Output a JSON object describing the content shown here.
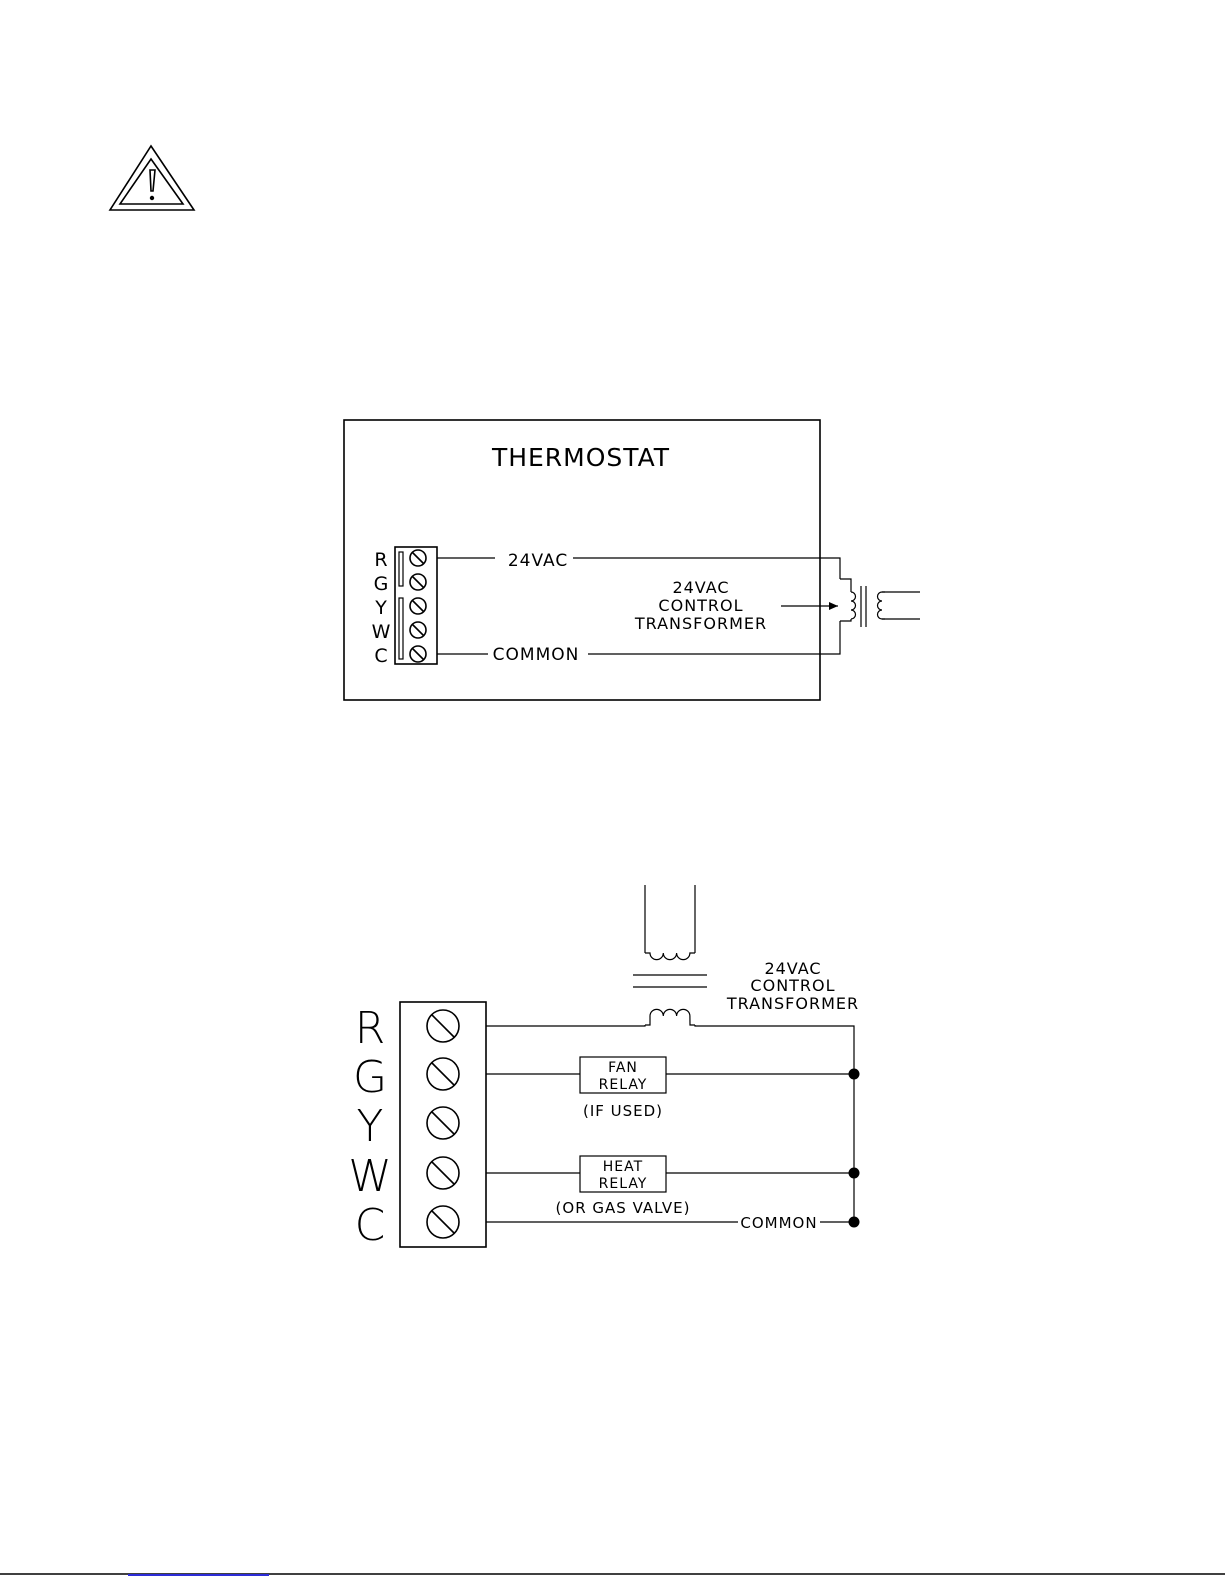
{
  "diagram1": {
    "title": "THERMOSTAT",
    "terminals": [
      "R",
      "G",
      "Y",
      "W",
      "C"
    ],
    "wire_top_label": "24VAC",
    "wire_bottom_label": "COMMON",
    "transformer_label": [
      "24VAC",
      "CONTROL",
      "TRANSFORMER"
    ]
  },
  "diagram2": {
    "terminals": [
      "R",
      "G",
      "Y",
      "W",
      "C"
    ],
    "transformer_label": [
      "24VAC",
      "CONTROL",
      "TRANSFORMER"
    ],
    "fan_relay": [
      "FAN",
      "RELAY"
    ],
    "fan_relay_note": "(IF USED)",
    "heat_relay": [
      "HEAT",
      "RELAY"
    ],
    "heat_relay_note": "(OR GAS VALVE)",
    "common_label": "COMMON"
  },
  "colors": {
    "line": "#000000",
    "footer_link": "#2d2dd8"
  },
  "icons": {
    "warning": "warning-icon"
  }
}
